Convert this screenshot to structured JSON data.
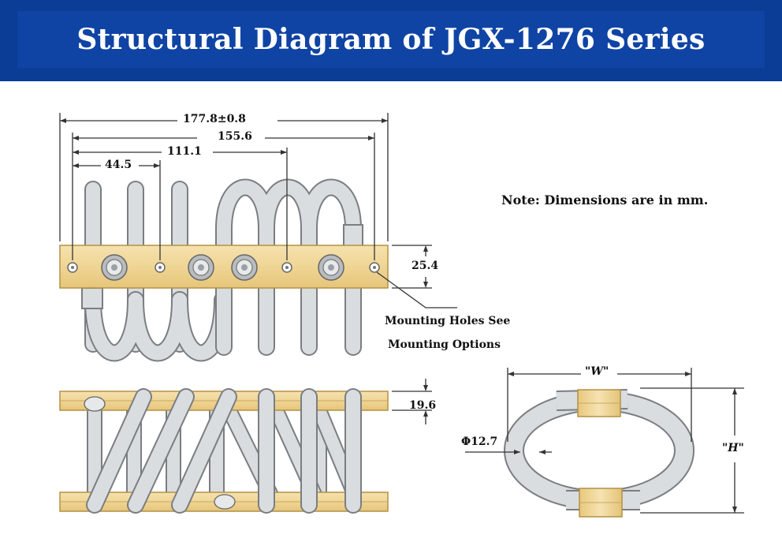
{
  "header": {
    "title": "Structural Diagram of JGX-1276 Series"
  },
  "note": "Note: Dimensions are in mm.",
  "dimensions": {
    "overall_length": "177.8±0.8",
    "hole_span_outer": "155.6",
    "hole_span_mid": "111.1",
    "hole_span_inner": "44.5",
    "bar_height": "25.4",
    "bar_thickness": "19.6",
    "cable_diameter": "Φ12.7",
    "width_label": "\"W\"",
    "height_label": "\"H\""
  },
  "callout": {
    "line1": "Mounting Holes See",
    "line2": "Mounting Options"
  },
  "colors": {
    "header_bg": "#0b3c96",
    "bar_fill": "#efd595",
    "cable_fill": "#d8dcdf",
    "line": "#333333"
  }
}
